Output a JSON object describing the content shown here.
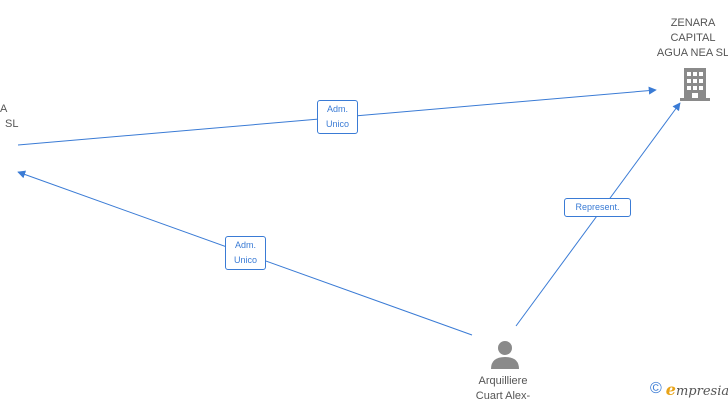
{
  "nodes": {
    "left_company": {
      "label_lines": [
        "A",
        "SL"
      ]
    },
    "zenara": {
      "label_lines": [
        "ZENARA",
        "CAPITAL",
        "AGUA NEA  SL"
      ]
    },
    "person": {
      "label_lines": [
        "Arquilliere",
        "Cuart Alex-"
      ]
    }
  },
  "edges": [
    {
      "label_lines": [
        "Adm.",
        "Unico"
      ]
    },
    {
      "label_lines": [
        "Adm.",
        "Unico"
      ]
    },
    {
      "label_lines": [
        "Represent."
      ]
    }
  ],
  "watermark": {
    "symbol": "©",
    "brand_initial": "e",
    "brand_rest": "mpresia"
  },
  "colors": {
    "edge": "#3a7bd5",
    "node_icon": "#8a8a8a",
    "text": "#555555"
  }
}
